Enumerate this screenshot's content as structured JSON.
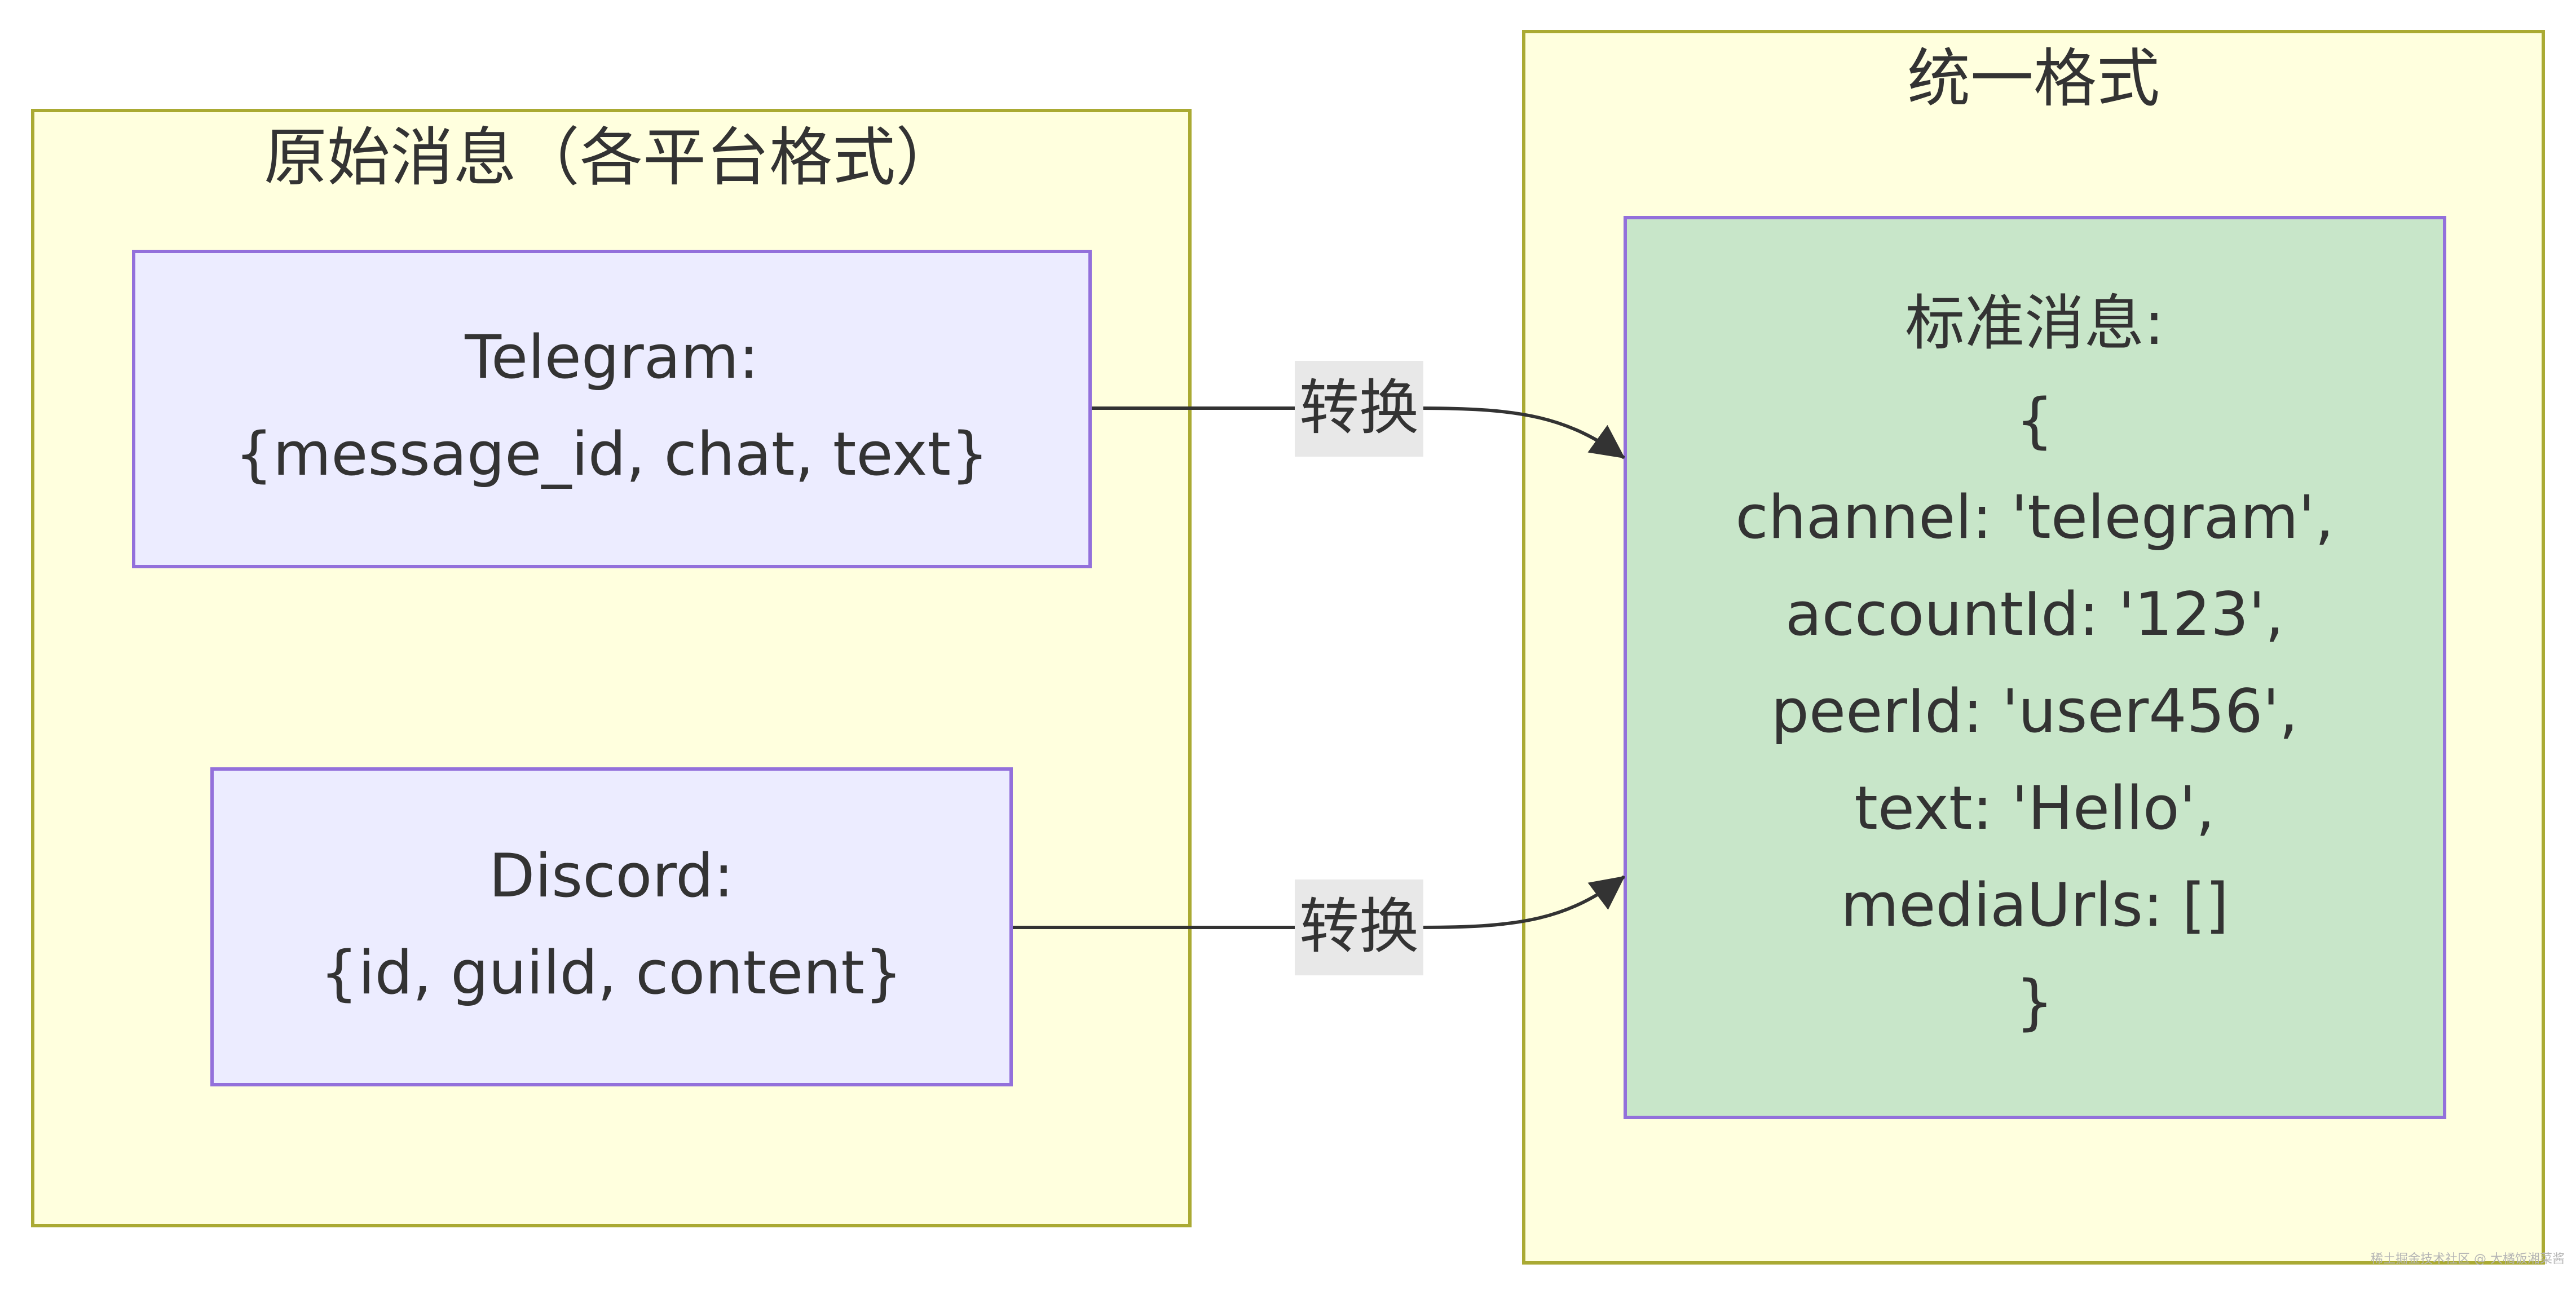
{
  "clusters": {
    "source": {
      "title": "原始消息（各平台格式）"
    },
    "target": {
      "title": "统一格式"
    }
  },
  "nodes": {
    "telegram": {
      "lines": [
        "Telegram:",
        "{message_id, chat, text}"
      ]
    },
    "discord": {
      "lines": [
        "Discord:",
        "{id, guild, content}"
      ]
    },
    "standard": {
      "lines": [
        "标准消息:",
        "{",
        "channel: 'telegram',",
        "accountId: '123',",
        "peerId: 'user456',",
        "text: 'Hello',",
        "mediaUrls: []",
        "}"
      ]
    }
  },
  "edges": [
    {
      "from": "telegram",
      "to": "standard",
      "label": "转换"
    },
    {
      "from": "discord",
      "to": "standard",
      "label": "转换"
    }
  ],
  "colors": {
    "cluster_fill": "#ffffde",
    "cluster_stroke": "#aaaa33",
    "source_node_fill": "#ececff",
    "target_node_fill": "#c8e6c9",
    "node_stroke": "#9370db",
    "edge_color": "#333333",
    "edge_label_bg": "#e8e8e8"
  },
  "watermark": "稀土掘金技术社区 @ 大橘饭湘菜酱"
}
